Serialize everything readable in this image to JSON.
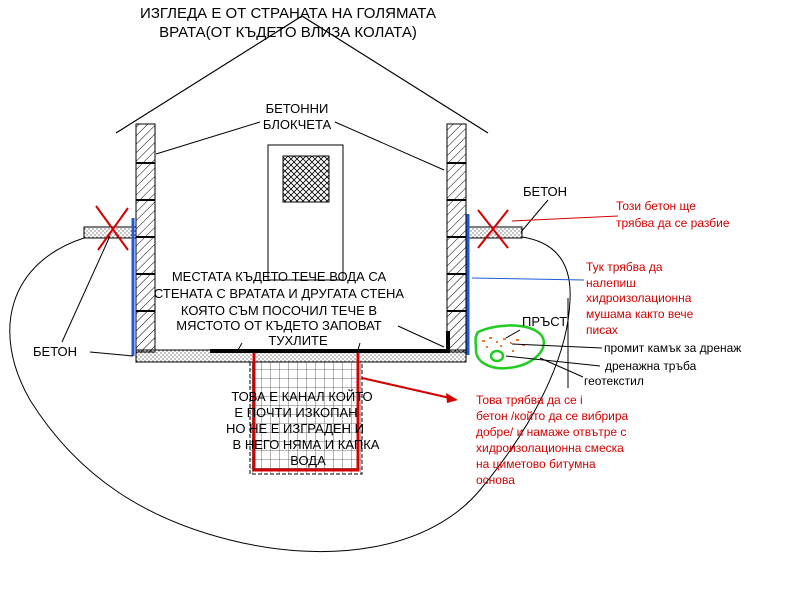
{
  "title": {
    "line1": "ИЗГЛЕДА Е ОТ СТРАНАТА НА ГОЛЯМАТА",
    "line2": "ВРАТА(ОТ КЪДЕТО ВЛИЗА КОЛАТА)"
  },
  "labels": {
    "blocks_line1": "БЕТОННИ",
    "blocks_line2": "БЛОКЧЕТА",
    "concrete_right": "БЕТОН",
    "concrete_left": "БЕТОН",
    "soil": "ПРЪСТ",
    "drain_stone": "промит камък за дренаж",
    "drain_pipe": "дренажна тръба",
    "geotextile": "геотекстил"
  },
  "leak_note": {
    "line1": "МЕСТАТА КЪДЕТО ТЕЧЕ ВОДА СА",
    "line2": "СТЕНАТА С ВРАТАТА И ДРУГАТА СТЕНА",
    "line3": "КОЯТО СЪМ ПОСОЧИЛ ТЕЧЕ В",
    "line4": "МЯСТОТО ОТ КЪДЕТО ЗАПОВАТ",
    "line5": "ТУХЛИТЕ"
  },
  "channel_note": {
    "line1": "ТОВА Е КАНАЛ КОЙТО",
    "line2": "Е ПОЧТИ ИЗКОПАН",
    "line3": "НО НЕ Е ИЗГРАДЕН И",
    "line4": "В НЕГО НЯМА И КАПКА",
    "line5": "ВОДА"
  },
  "break_note": {
    "line1": "Този бетон ще",
    "line2": "трябва да се разбие"
  },
  "membrane_note": {
    "line1": "Тук трябва да",
    "line2": "налепиш",
    "line3": "хидроизолационна",
    "line4": "мушама както вече",
    "line5": "писах"
  },
  "channel_fix_note": {
    "line1": "Това трябва да се i",
    "line2": "бетон /който да се вибрира",
    "line3": "добре/ и намаже отвътре с",
    "line4": "хидроизолационна смеска",
    "line5": "на циметово битумна",
    "line6": "основа"
  },
  "colors": {
    "red_note": "#d40000",
    "membrane": "#1e5ad6",
    "soil_outline": "#22cc22",
    "stone": "#f07a2a"
  }
}
